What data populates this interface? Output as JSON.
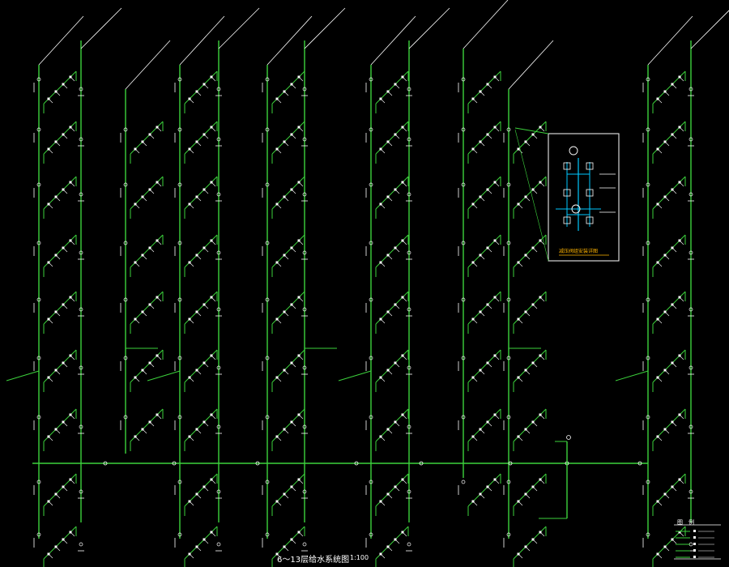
{
  "drawing": {
    "title": "6～13层给水系统图",
    "scale": "1:100",
    "background": "#000000",
    "pipe_color": "#3cd23c",
    "annotation_color": "#ffffff",
    "detail_frame_color": "#ffffff",
    "detail_pipe_color": "#00c8ff"
  },
  "detail": {
    "caption": "减压阀组安装详图"
  },
  "legend": {
    "title": "图　例"
  }
}
